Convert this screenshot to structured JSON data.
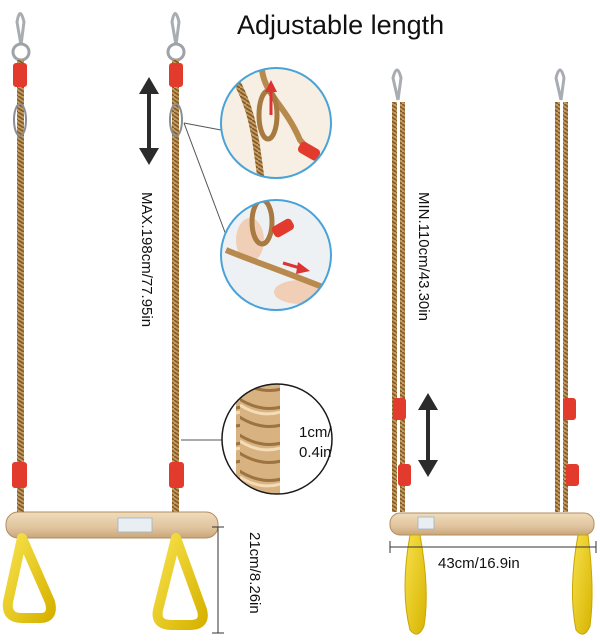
{
  "title": "Adjustable length",
  "max_length": "MAX.198cm/77.95in",
  "min_length": "MIN.110cm/43.30in",
  "rope_diameter_line1": "1cm/",
  "rope_diameter_line2": "0.4in",
  "bar_width": "43cm/16.9in",
  "ring_height": "21cm/8.26in",
  "colors": {
    "rope": "#b88a4e",
    "rope_dark": "#7d5a2c",
    "wood": "#e3c9a4",
    "ring": "#f2d21a",
    "adjuster": "#e23a2c",
    "circle_border": "#4aa3d8",
    "arrow": "#2b2b2b"
  }
}
